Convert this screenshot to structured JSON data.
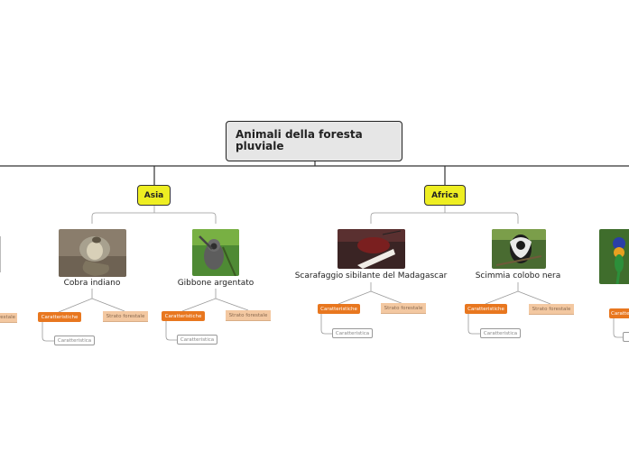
{
  "root": {
    "title": "Animali della foresta pluviale"
  },
  "regions": [
    {
      "label": "Asia"
    },
    {
      "label": "Africa"
    }
  ],
  "animals": [
    {
      "name": "Cobra indiano"
    },
    {
      "name": "Gibbone argentato"
    },
    {
      "name": "Scarafaggio sibilante del Madagascar"
    },
    {
      "name": "Scimmia colobo nera"
    }
  ],
  "tags": {
    "characteristics": "Caratteristiche",
    "forest_layer": "Strato forestale",
    "characteristic": "Caratteristica",
    "forest_layer_partial": "orestale"
  },
  "colors": {
    "region_fill": "#eeee22",
    "root_fill": "#e6e6e6",
    "tag_orange": "#e8771f",
    "tag_peach": "#f3c8a1"
  }
}
